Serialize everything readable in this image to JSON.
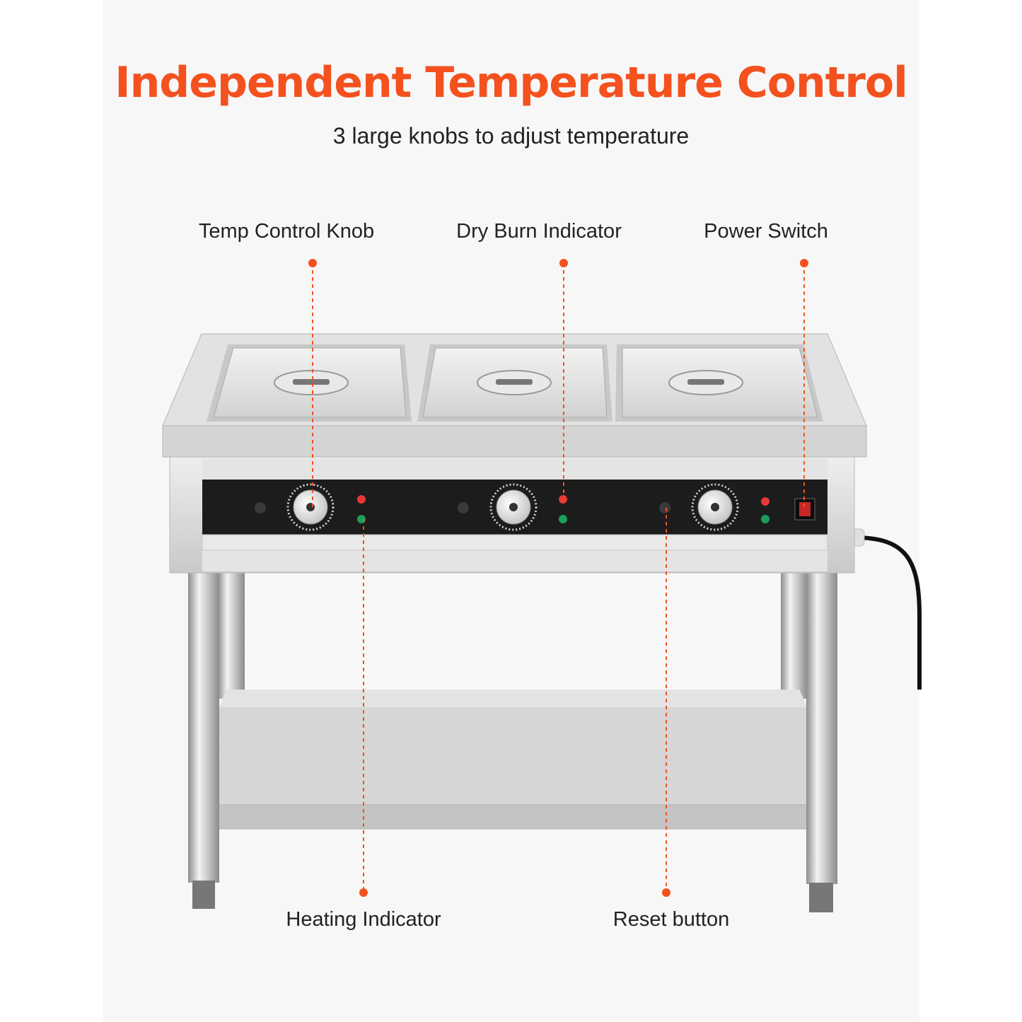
{
  "header": {
    "title": "Independent Temperature Control",
    "subtitle": "3 large knobs to adjust temperature"
  },
  "callouts": {
    "temp_control_knob": "Temp Control Knob",
    "dry_burn_indicator": "Dry Burn Indicator",
    "power_switch": "Power Switch",
    "heating_indicator": "Heating Indicator",
    "reset_button": "Reset button"
  },
  "colors": {
    "accent": "#f4511e",
    "steel": "#d9d9d9",
    "control_panel": "#1c1c1c",
    "power_light": "#e53935",
    "work_light": "#1b9e5a"
  }
}
